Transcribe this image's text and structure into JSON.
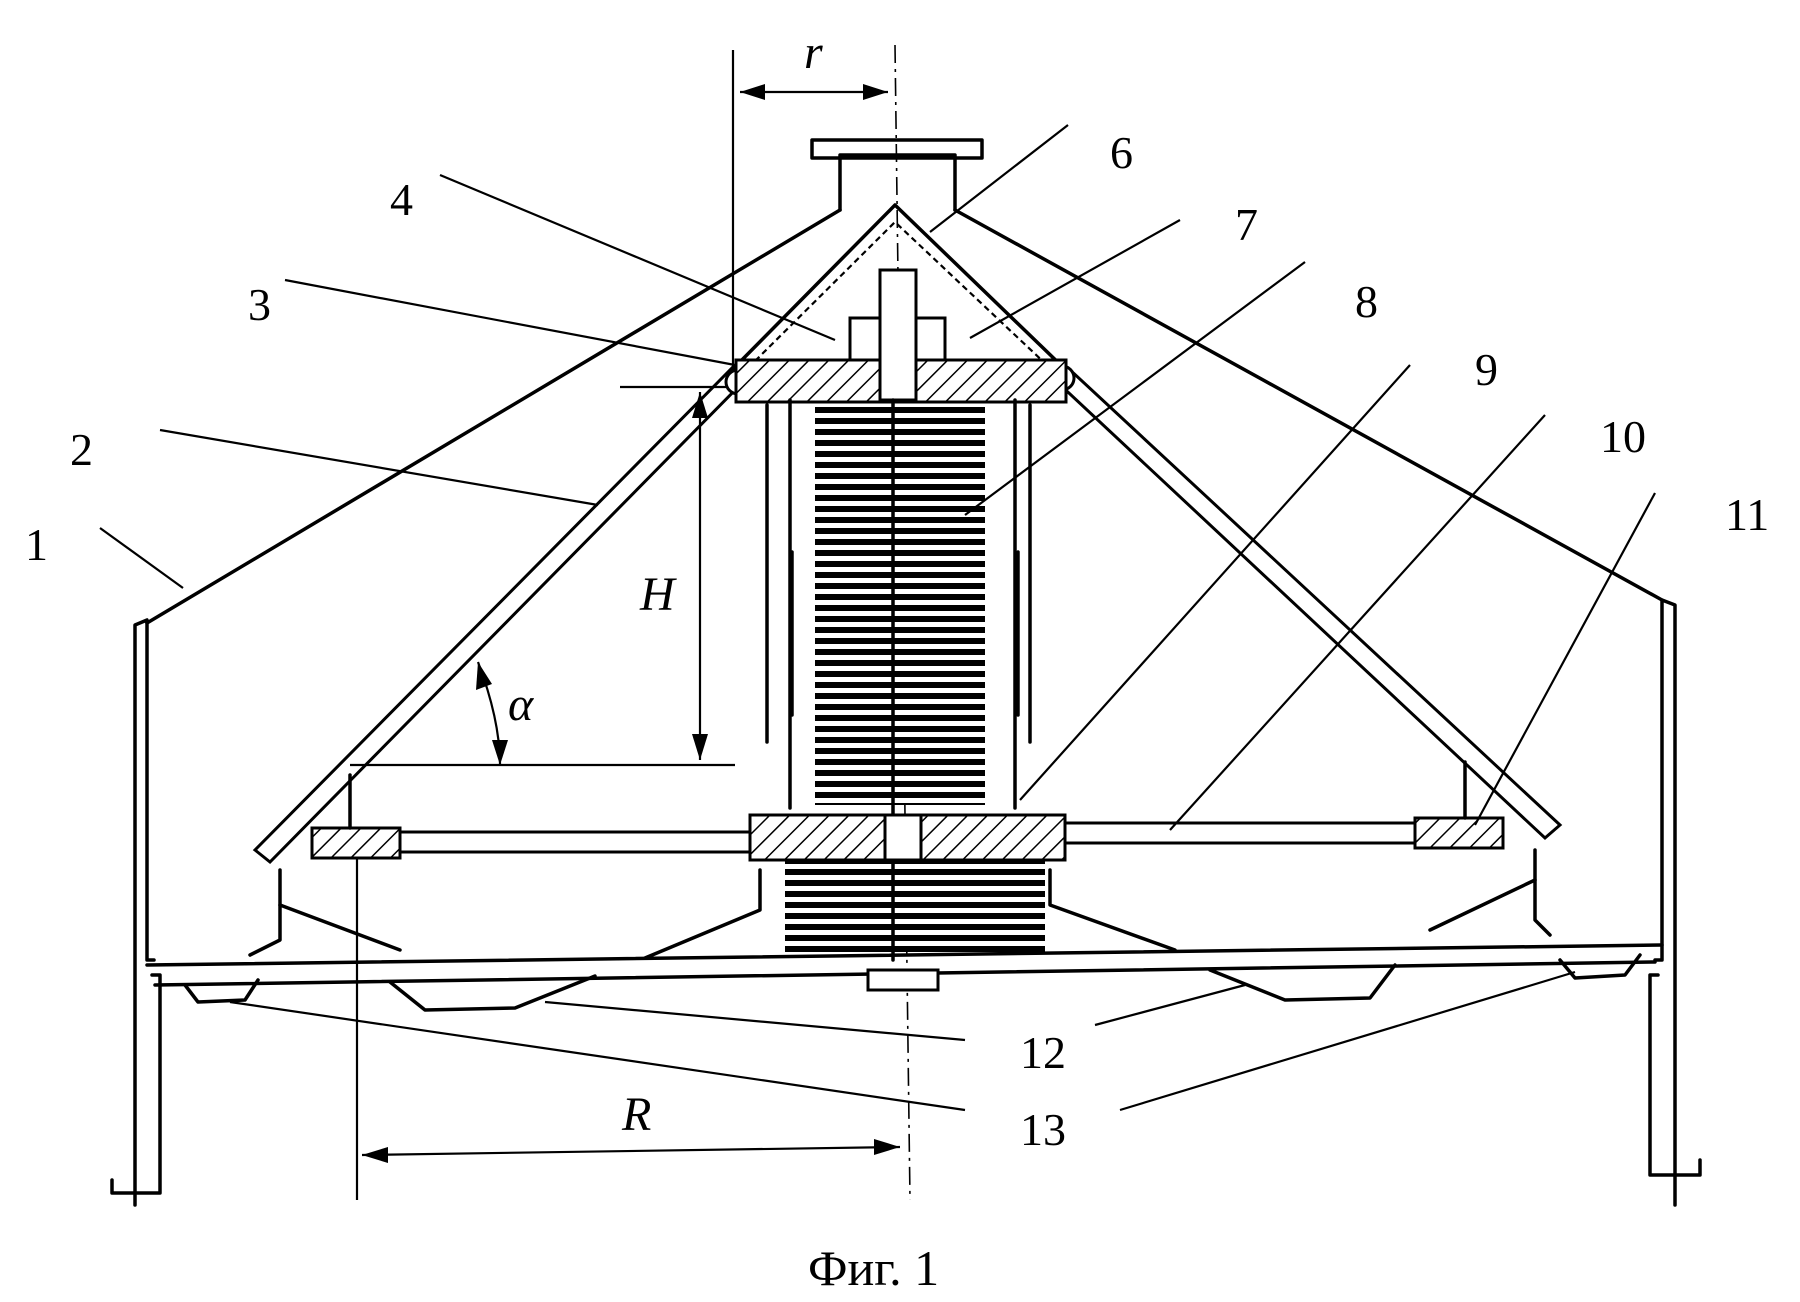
{
  "figure": {
    "caption": "Фиг. 1",
    "part_numbers": [
      "1",
      "2",
      "3",
      "4",
      "6",
      "7",
      "8",
      "9",
      "10",
      "11",
      "12",
      "13"
    ],
    "dimensions": {
      "small_radius": "r",
      "large_radius": "R",
      "height": "H",
      "angle": "α"
    }
  }
}
